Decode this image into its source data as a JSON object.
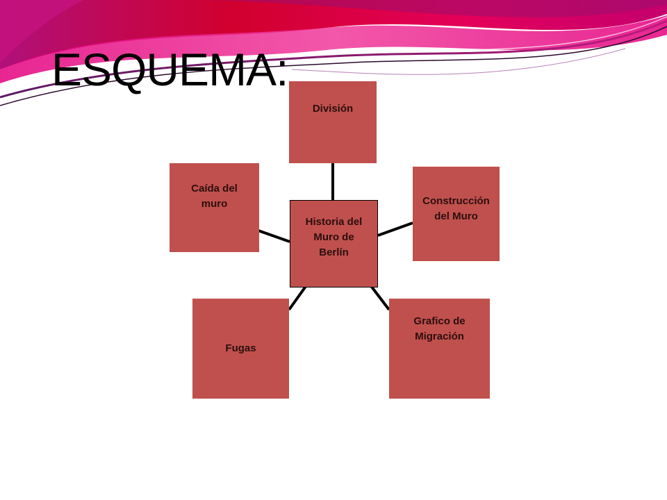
{
  "slide": {
    "title": "ESQUEMA:"
  },
  "colors": {
    "node_fill": "#c0504d",
    "node_text": "#2b0e0e",
    "connector": "#000000",
    "banner_magenta": "#e4007f",
    "banner_red": "#d1002e",
    "banner_purple": "#8e1a6c"
  },
  "diagram": {
    "center": "Historia del Muro de Berlín",
    "branches": [
      "División",
      "Caída del muro",
      "Construcción del Muro",
      "Fugas",
      "Grafico de Migración"
    ]
  }
}
